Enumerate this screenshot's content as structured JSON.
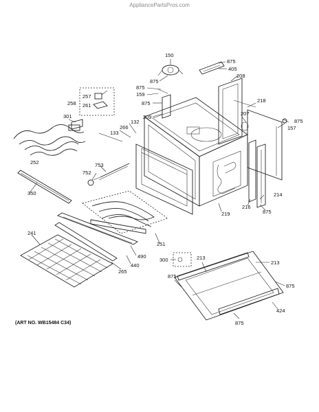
{
  "watermark": "AppliancePartsPros.com",
  "art_number": "(ART NO. WB15484 C34)",
  "callouts": [
    "150",
    "875",
    "405",
    "208",
    "875",
    "159",
    "875",
    "875",
    "209",
    "218",
    "257",
    "258",
    "261",
    "301",
    "266",
    "132",
    "133",
    "207",
    "875",
    "157",
    "252",
    "753",
    "752",
    "350",
    "214",
    "216",
    "219",
    "875",
    "251",
    "241",
    "490",
    "440",
    "265",
    "300",
    "213",
    "213",
    "875",
    "875",
    "424",
    "875"
  ]
}
